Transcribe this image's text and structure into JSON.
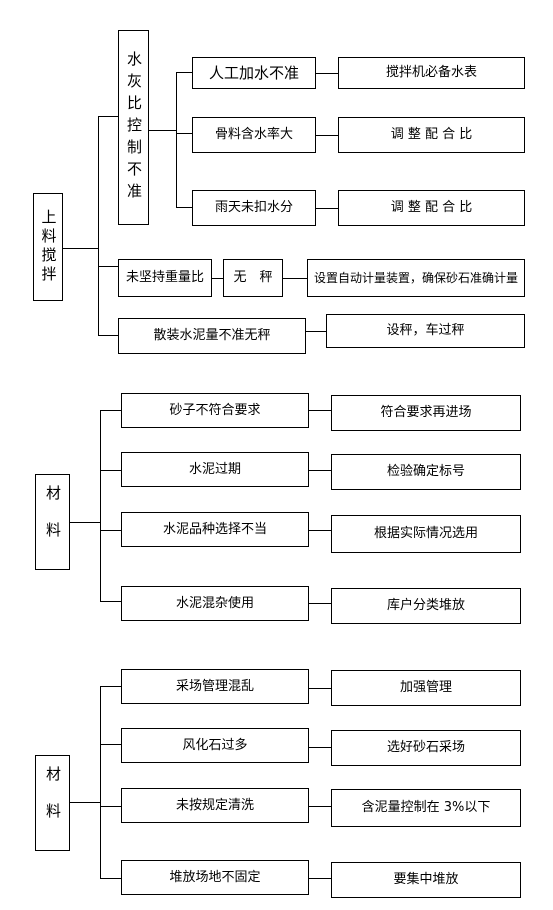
{
  "section1": {
    "root": "上料搅拌",
    "branch_a": {
      "label": "水灰比控制不准",
      "causes": [
        {
          "cause": "人工加水不准",
          "measure": "搅拌机必备水表"
        },
        {
          "cause": "骨料含水率大",
          "measure": "调 整 配 合 比"
        },
        {
          "cause": "雨天未扣水分",
          "measure": "调 整 配 合 比"
        }
      ]
    },
    "branch_b": {
      "cause": "未坚持重量比",
      "mid": "无　秤",
      "measure": "设置自动计量装置，确保砂石准确计量"
    },
    "branch_c": {
      "cause": "散装水泥量不准无秤",
      "measure": "设秤，车过秤"
    }
  },
  "section2": {
    "root": "材料",
    "items": [
      {
        "cause": "砂子不符合要求",
        "measure": "符合要求再进场"
      },
      {
        "cause": "水泥过期",
        "measure": "检验确定标号"
      },
      {
        "cause": "水泥品种选择不当",
        "measure": "根据实际情况选用"
      },
      {
        "cause": "水泥混杂使用",
        "measure": "库户分类堆放"
      }
    ]
  },
  "section3": {
    "root": "材料",
    "items": [
      {
        "cause": "采场管理混乱",
        "measure": "加强管理"
      },
      {
        "cause": "风化石过多",
        "measure": "选好砂石采场"
      },
      {
        "cause": "未按规定清洗",
        "measure": "含泥量控制在 3%以下"
      },
      {
        "cause": "堆放场地不固定",
        "measure": "要集中堆放"
      }
    ]
  }
}
